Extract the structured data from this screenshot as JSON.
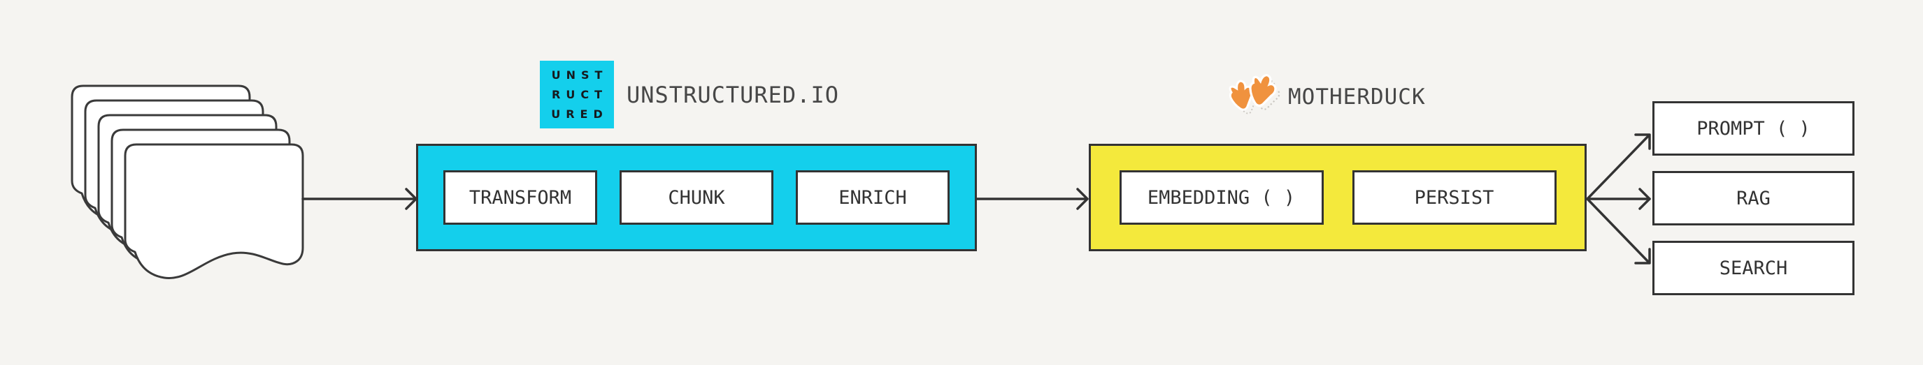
{
  "colors": {
    "background": "#F5F4F1",
    "unstructured_cyan": "#14CFEC",
    "motherduck_yellow": "#F4E93C",
    "duck_feet_orange": "#F0923E",
    "line": "#333333",
    "text": "#333333",
    "title_text": "#474747"
  },
  "source": {
    "icon": "document-stack-icon"
  },
  "unstructured": {
    "logo": {
      "icon": "unstructured-logo",
      "lines": [
        "UNST",
        "RUCT",
        "URED"
      ]
    },
    "title": "UNSTRUCTURED.IO",
    "stages": [
      "TRANSFORM",
      "CHUNK",
      "ENRICH"
    ]
  },
  "motherduck": {
    "logo": {
      "icon": "duck-feet-icon"
    },
    "title": "MOTHERDUCK",
    "stages": [
      "EMBEDDING ( )",
      "PERSIST"
    ]
  },
  "outputs": [
    "PROMPT ( )",
    "RAG",
    "SEARCH"
  ]
}
